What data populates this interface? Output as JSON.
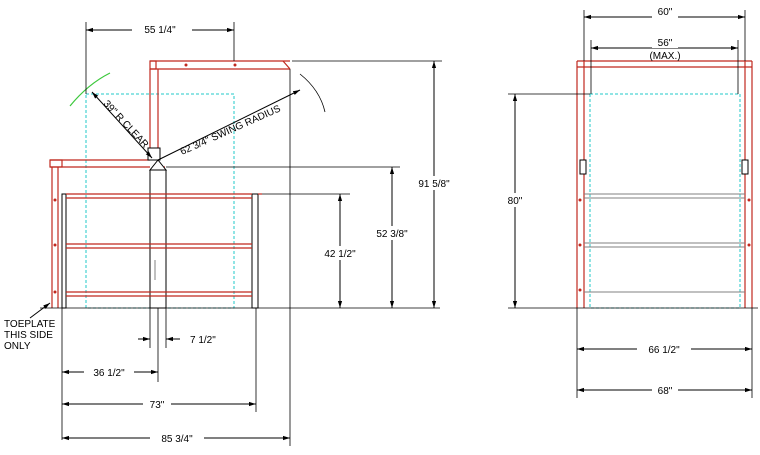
{
  "side_view": {
    "dim_top": "55 1/4\"",
    "dim_height_total": "91 5/8\"",
    "dim_height_mid": "52 3/8\"",
    "dim_height_rail": "42 1/2\"",
    "dim_post": "7 1/2\"",
    "dim_36": "36 1/2\"",
    "dim_73": "73\"",
    "dim_85": "85 3/4\"",
    "label_clear": "39\" R CLEAR",
    "label_swing": "62 3/4\" SWING RADIUS",
    "note_line1": "TOEPLATE",
    "note_line2": "THIS SIDE",
    "note_line3": "ONLY"
  },
  "front_view": {
    "dim_60": "60\"",
    "dim_56": "56\"",
    "dim_max": "(MAX.)",
    "dim_80": "80\"",
    "dim_66": "66 1/2\"",
    "dim_68": "68\""
  },
  "colors": {
    "structure": "#c0281e",
    "clearance": "#22c8c8",
    "swing_arc_green": "#3cc83c",
    "dimension": "#000000"
  }
}
